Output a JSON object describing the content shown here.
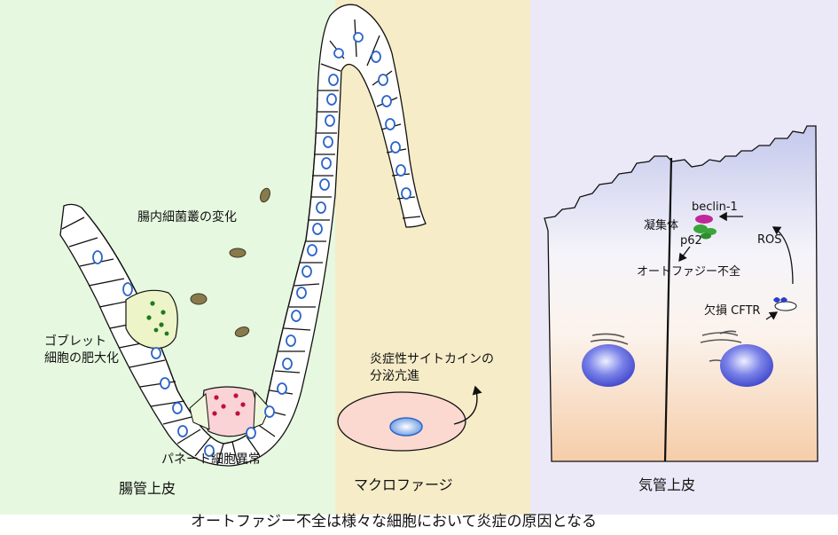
{
  "panels": {
    "intestine": {
      "title": "腸管上皮",
      "labels": {
        "microbiota": "腸内細菌叢の変化",
        "goblet_line1": "ゴブレット",
        "goblet_line2": "細胞の肥大化",
        "paneth": "パネート細胞異常"
      }
    },
    "macrophage": {
      "title": "マクロファージ",
      "labels": {
        "cytokine_line1": "炎症性サイトカインの",
        "cytokine_line2": "分泌亢進"
      }
    },
    "airway": {
      "title": "気管上皮",
      "labels": {
        "beclin": "beclin-1",
        "aggregate": "凝集体",
        "p62": "p62",
        "ros": "ROS",
        "autophagy_deficiency": "オートファジー不全",
        "cftr": "欠損 CFTR"
      }
    }
  },
  "caption": "オートファジー不全は様々な細胞において炎症の原因となる",
  "colors": {
    "panel_intestine_bg": "#e6f8e0",
    "panel_macrophage_bg": "#f6ecc8",
    "panel_airway_bg": "#ebe9f8",
    "nucleus_fill": "#ffffff",
    "nucleus_stroke": "#2d66c8",
    "goblet_granule": "#1f7a1f",
    "paneth_granule": "#c0103a",
    "macrophage_fill": "#fbd9d0",
    "beclin_color": "#c2279a",
    "p62_color": "#3aa53a",
    "cftr_color": "#2a3ec8"
  },
  "icons": [
    "bacterium-icon",
    "curved-arrow-icon"
  ]
}
